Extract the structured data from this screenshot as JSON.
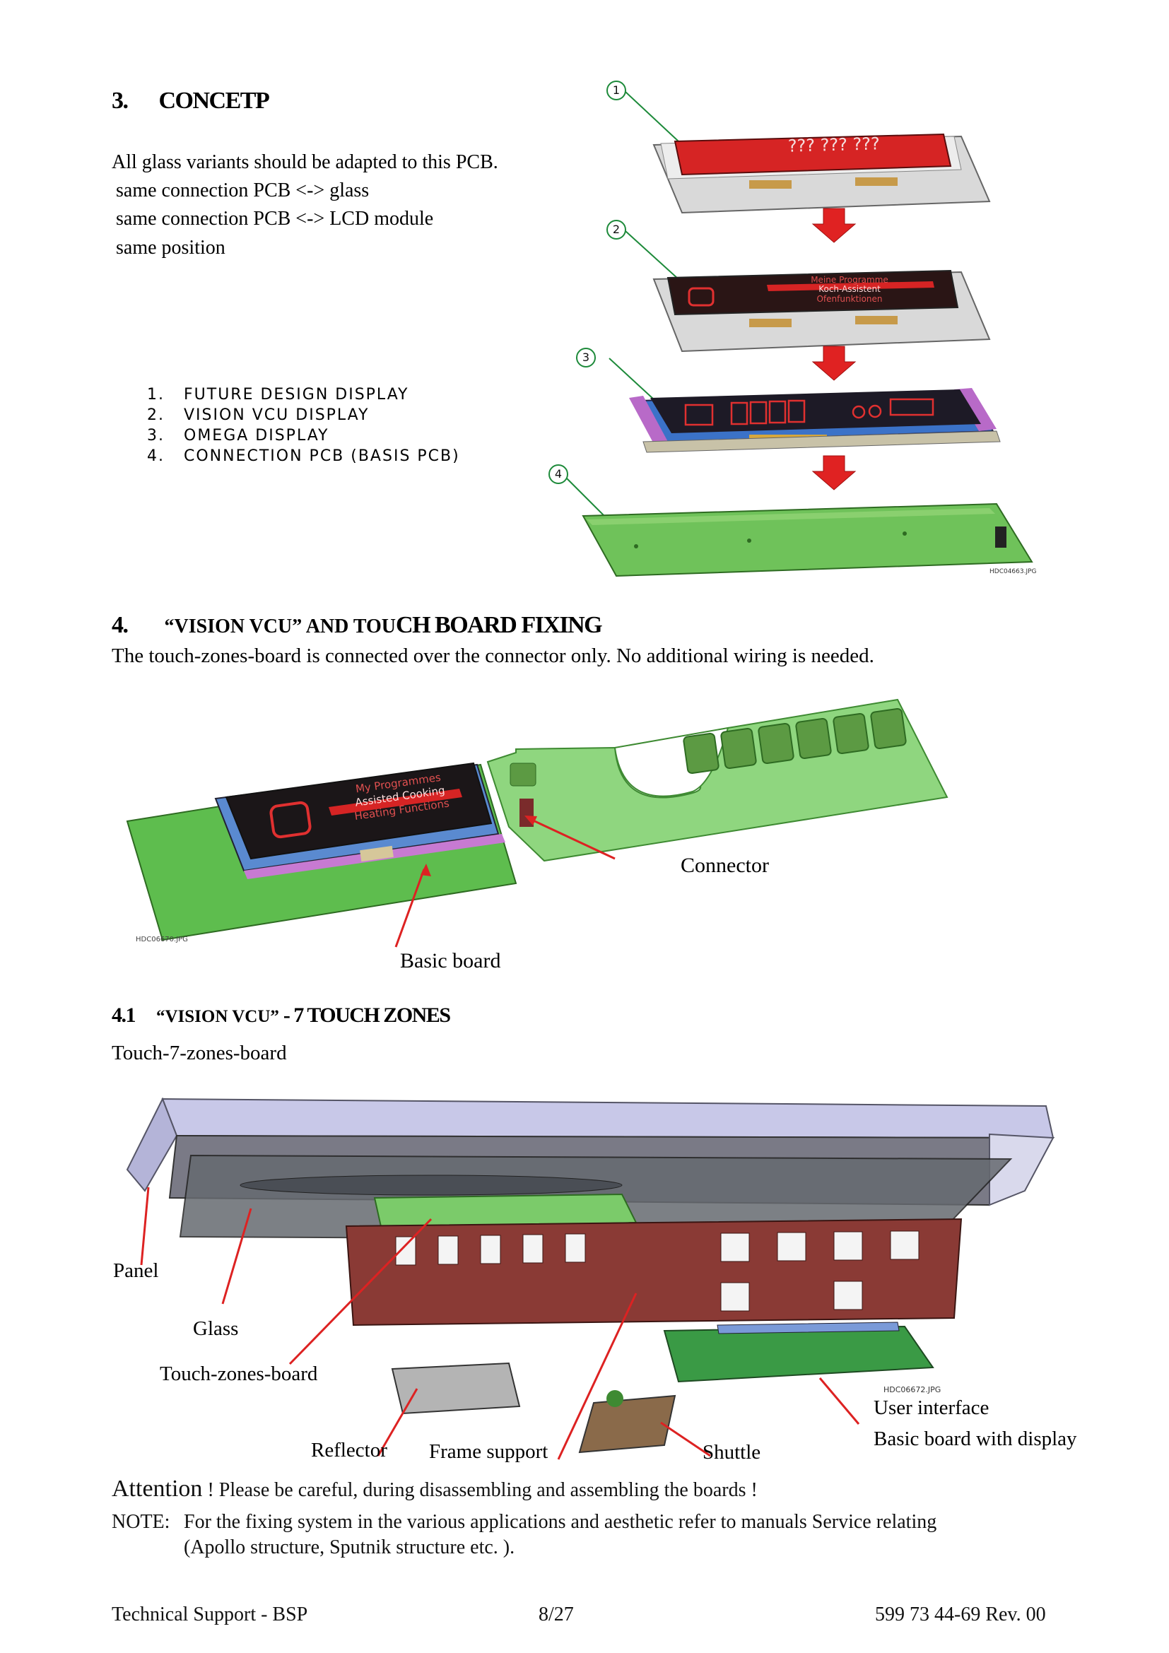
{
  "section3": {
    "num": "3.",
    "title": "CONCETP",
    "intro": "All glass variants should be adapted to this PCB.",
    "bullets": [
      "same connection PCB <-> glass",
      "same connection PCB <-> LCD module",
      "same position"
    ],
    "list": [
      {
        "num": "1.",
        "text": "FUTURE DESIGN DISPLAY"
      },
      {
        "num": "2.",
        "text": "VISION VCU DISPLAY"
      },
      {
        "num": "3.",
        "text": "OMEGA DISPLAY"
      },
      {
        "num": "4.",
        "text": "CONNECTION PCB (BASIS PCB)"
      }
    ],
    "callouts": [
      "1",
      "2",
      "3",
      "4"
    ],
    "display1_text": "???  ???  ???",
    "display2_lines": [
      "Meine Programme",
      "Koch-Assistent",
      "Ofenfunktionen"
    ],
    "image_id": "HDC04663.JPG"
  },
  "section4": {
    "num": "4.",
    "title_prefix": "“VISION VCU” AND TOU",
    "title_suffix": "CH BOARD FIXING",
    "text": "The touch-zones-board is connected over the connector only. No additional wiring is needed.",
    "display_lines": [
      "My Programmes",
      "Assisted Cooking",
      "Heating Functions"
    ],
    "label_connector": "Connector",
    "label_basic": "Basic board",
    "image_id": "HDC06670.JPG"
  },
  "section41": {
    "num": "4.1",
    "title_prefix": "“VISION VCU”",
    "title_suffix": " - 7 TOUCH ZONES",
    "subtitle": "Touch-7-zones-board",
    "labels": {
      "panel": "Panel",
      "glass": "Glass",
      "touch": "Touch-zones-board",
      "reflector": "Reflector",
      "frame": "Frame support",
      "shuttle": "Shuttle",
      "ui1": "User interface",
      "ui2": "Basic board with display"
    },
    "image_id": "HDC06672.JPG"
  },
  "attention": {
    "big": "Attention",
    "rest": " ! Please be careful, during disassembling and assembling the boards !"
  },
  "note": {
    "label": "NOTE:",
    "line1": "For the fixing system in the various applications and aesthetic refer to manuals Service relating",
    "line2": "(Apollo structure, Sputnik structure etc. )."
  },
  "footer": {
    "left": "Technical Support - BSP",
    "center": "8/27",
    "right": "599 73 44-69 Rev. 00"
  }
}
